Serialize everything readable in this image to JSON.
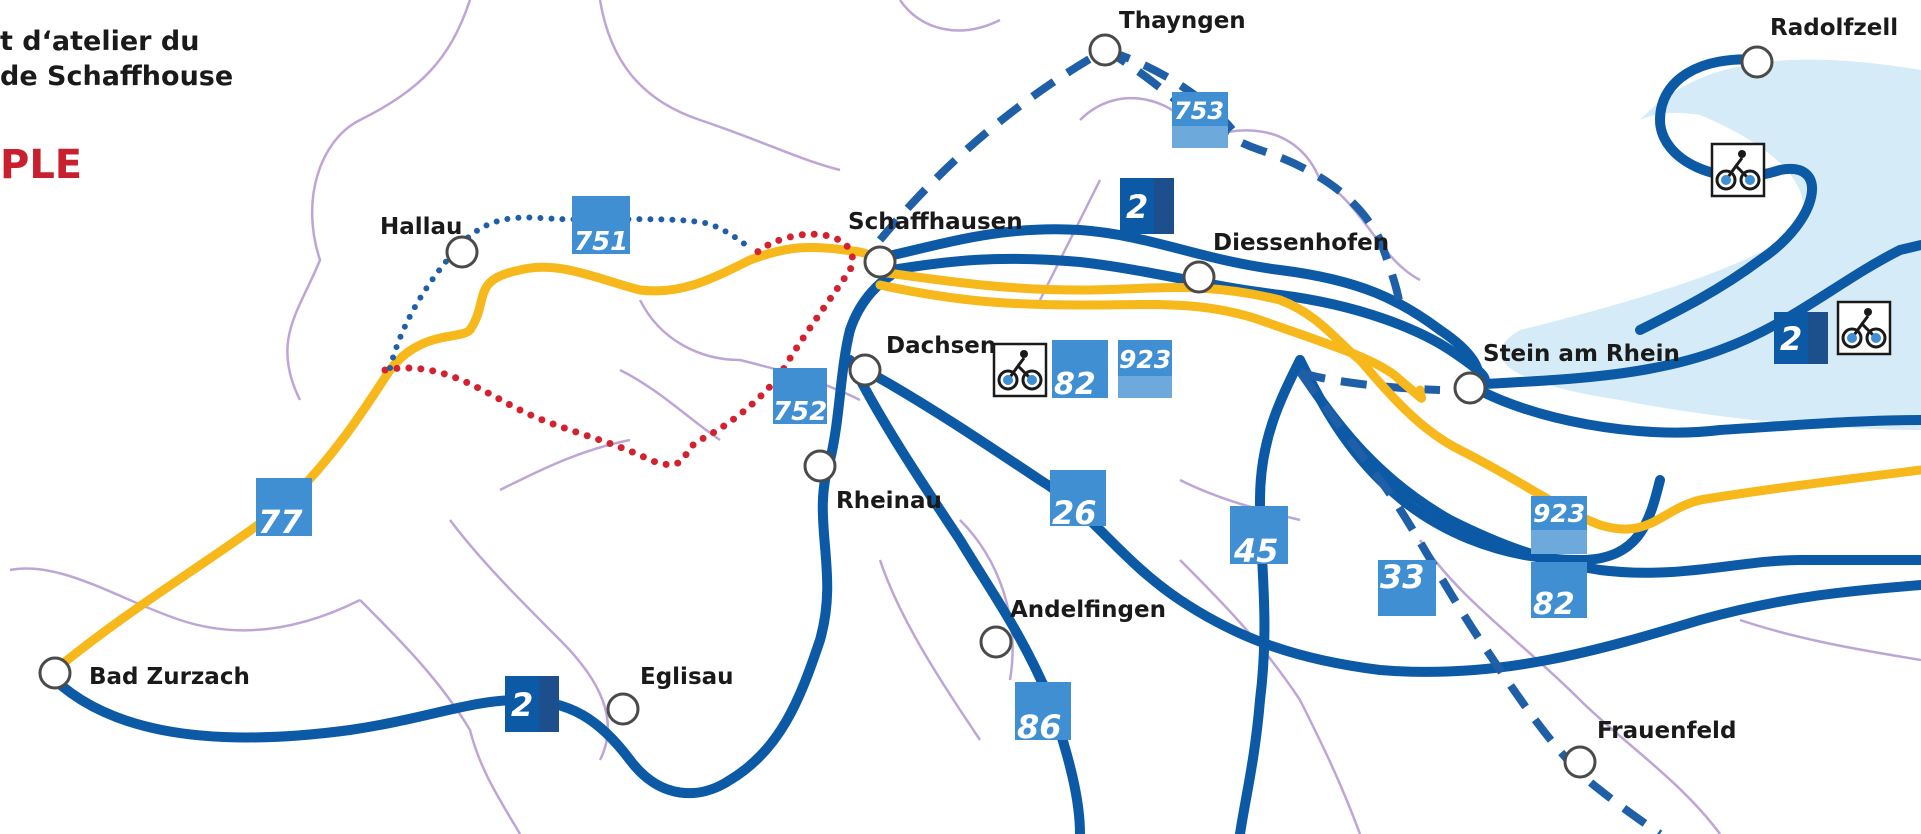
{
  "heading": {
    "line1": "t d‘atelier du",
    "line2": "de Schaffhouse",
    "sample": "PLE"
  },
  "places": {
    "thayngen": "Thayngen",
    "radolfzell": "Radolfzell",
    "hallau": "Hallau",
    "schaffhausen": "Schaffhausen",
    "diessenhofen": "Diessenhofen",
    "dachsen": "Dachsen",
    "stein_am_rhein": "Stein am Rhein",
    "rheinau": "Rheinau",
    "andelfingen": "Andelfingen",
    "bad_zurzach": "Bad Zurzach",
    "eglisau": "Eglisau",
    "frauenfeld": "Frauenfeld"
  },
  "route_signs": {
    "r753": "753",
    "r751": "751",
    "r752": "752",
    "r2": "2",
    "r82": "82",
    "r923": "923",
    "r77": "77",
    "r26": "26",
    "r45": "45",
    "r33": "33",
    "r86": "86"
  },
  "colors": {
    "national_route": "#0c5aa6",
    "regional_route": "#f6b81a",
    "local_route": "#1f5fa8",
    "variant_route": "#d4212f",
    "lake": "#d6ebf8",
    "border": "#bda6d6",
    "sign_blue": "#3f8fd2"
  }
}
